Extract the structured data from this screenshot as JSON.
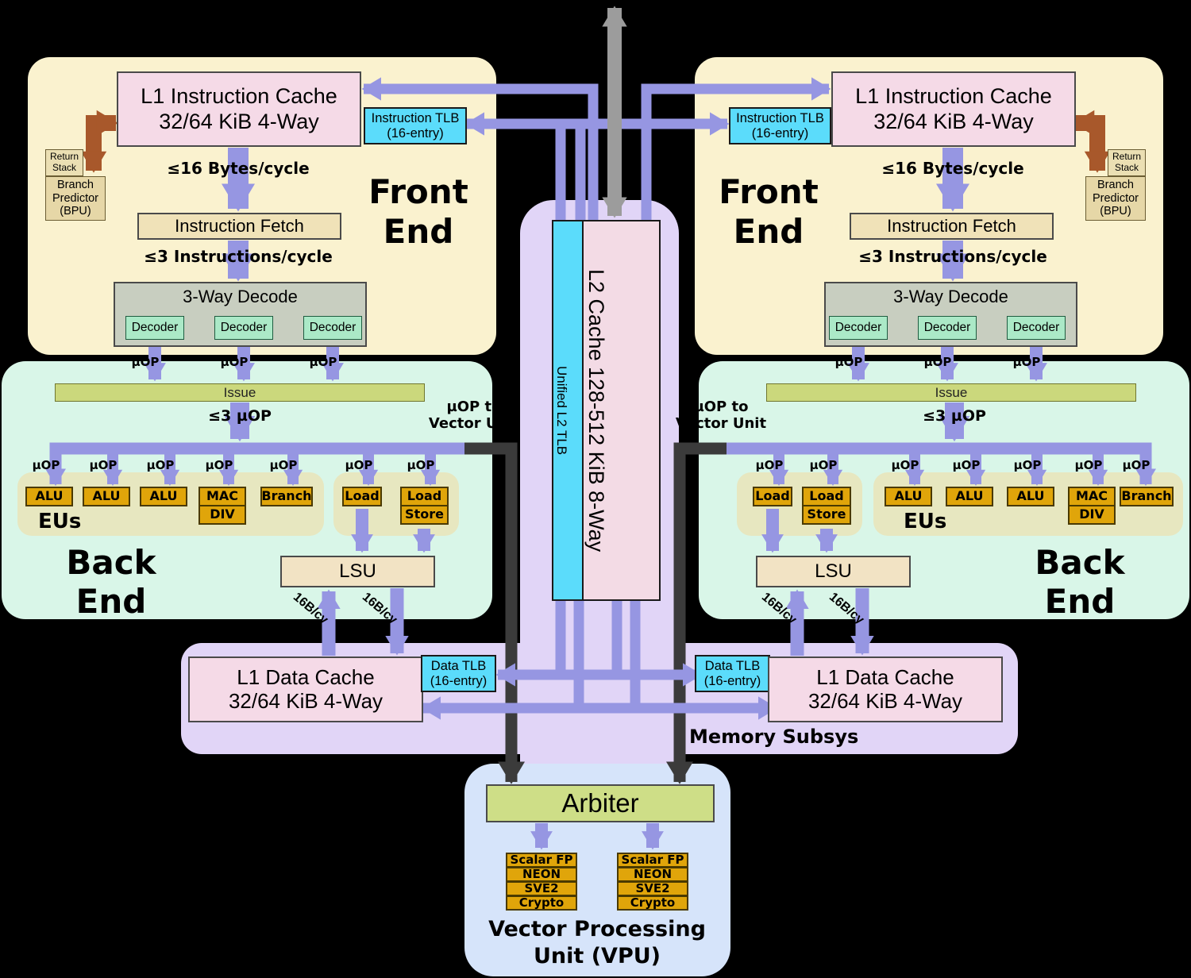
{
  "front_end": {
    "title_line1": "Front",
    "title_line2": "End",
    "l1i_line1": "L1 Instruction Cache",
    "l1i_line2": "32/64 KiB 4-Way",
    "itlb_line1": "Instruction TLB",
    "itlb_line2": "(16-entry)",
    "return_stack_line1": "Return",
    "return_stack_line2": "Stack",
    "bpu_line1": "Branch",
    "bpu_line2": "Predictor",
    "bpu_line3": "(BPU)",
    "fetch_bandwidth": "≤16 Bytes/cycle",
    "fetch_label": "Instruction Fetch",
    "decode_bandwidth": "≤3 Instructions/cycle",
    "decode_label": "3-Way Decode",
    "decoder_label": "Decoder"
  },
  "back_end": {
    "title_line1": "Back",
    "title_line2": "End",
    "issue_label": "Issue",
    "issue_rate": "≤3 µOP",
    "uop_label": "µOP",
    "uop_vector_line1": "µOP to",
    "uop_vector_line2": "Vector Unit",
    "eus_label": "EUs",
    "alu_label": "ALU",
    "mac_label": "MAC",
    "div_label": "DIV",
    "branch_label": "Branch",
    "load_label": "Load",
    "store_label": "Store",
    "lsu_label": "LSU",
    "l1d_bandwidth": "16B/cy"
  },
  "l2": {
    "tlb_label": "Unified L2 TLB",
    "cache_line1": "L2 Cache",
    "cache_line2": "128-512 KiB 8-Way"
  },
  "memory": {
    "label": "Memory Subsys",
    "l1d_line1": "L1 Data Cache",
    "l1d_line2": "32/64 KiB 4-Way",
    "dtlb_line1": "Data TLB",
    "dtlb_line2": "(16-entry)"
  },
  "vpu": {
    "arbiter_label": "Arbiter",
    "units": [
      "Scalar FP",
      "NEON",
      "SVE2",
      "Crypto"
    ],
    "title_line1": "Vector Processing",
    "title_line2": "Unit (VPU)"
  },
  "colors": {
    "background": "#000000",
    "front_end_bg": "#faf2cf",
    "back_end_bg": "#d9f6e8",
    "memory_bg": "#e1d5f7",
    "vpu_bg": "#d6e4fa",
    "cache_pink": "#f5dae7",
    "tlb_cyan": "#5bdcfb",
    "tan_box": "#f0e2b8",
    "lsu_tan": "#f2e3c4",
    "decode_gray": "#c8cec0",
    "decoder_mint": "#abe9c7",
    "issue_green": "#cbd87c",
    "arbiter_green": "#cede87",
    "eu_gold": "#e0a50a",
    "eu_group_bg": "#e7e7c0",
    "bpu_tan": "#e6d7a7",
    "arrow_purple": "#9696e2",
    "arrow_gray": "#9c9c9c",
    "arrow_dark": "#3b3b3b",
    "arrow_brown": "#a8582b"
  }
}
